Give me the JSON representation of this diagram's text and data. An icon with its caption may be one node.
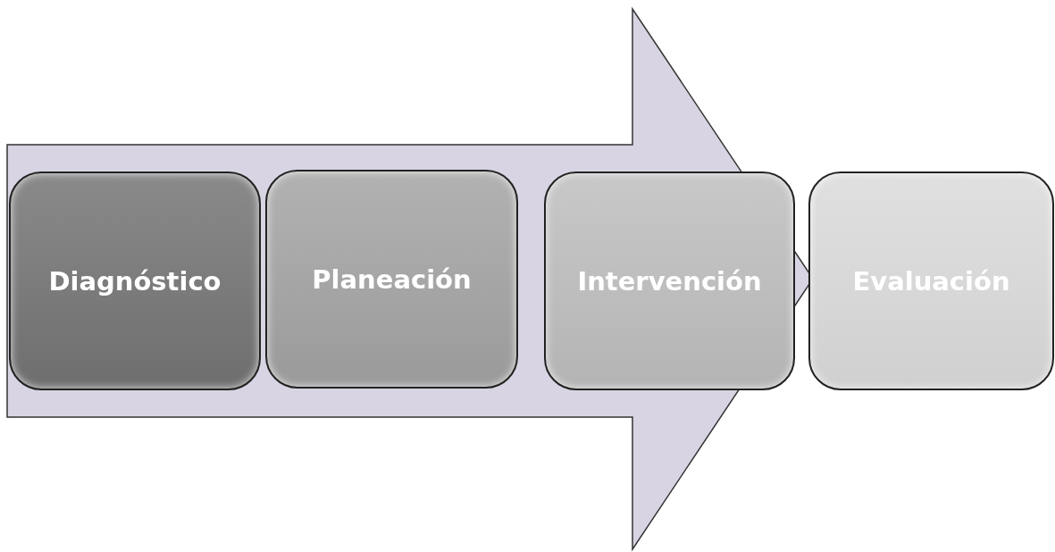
{
  "diagram": {
    "nodes": [
      {
        "text": [
          "Diagnóstico"
        ]
      },
      {
        "text": [
          "Planeación"
        ]
      },
      {
        "text": [
          "Intervención"
        ]
      },
      {
        "text": [
          "Evaluación"
        ]
      }
    ],
    "edges": [
      {
        "from": 0,
        "to": 3,
        "arrow": "to"
      }
    ]
  }
}
